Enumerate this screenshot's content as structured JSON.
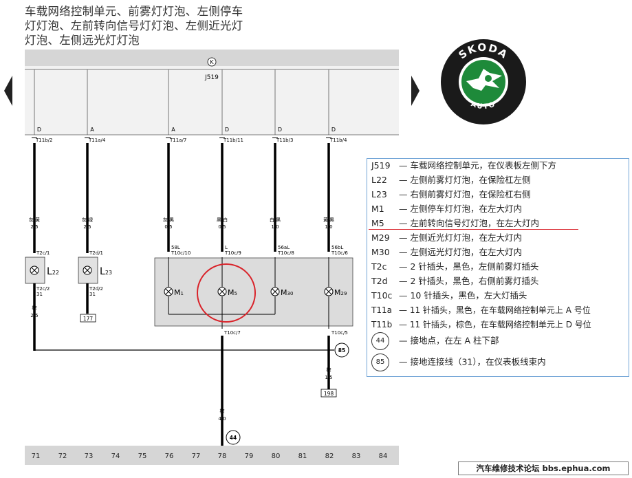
{
  "title": {
    "line1": "车载网络控制单元、前雾灯灯泡、左侧停车",
    "line2": "灯灯泡、左前转向信号灯灯泡、左侧近光灯",
    "line3": "灯泡、左侧远光灯灯泡"
  },
  "diagram": {
    "module_id": "J519",
    "module_symbol": "K",
    "pins": [
      {
        "letter": "D",
        "connector": "T11b/2"
      },
      {
        "letter": "A",
        "connector": "T11a/4"
      },
      {
        "letter": "A",
        "connector": "T11a/7"
      },
      {
        "letter": "D",
        "connector": "T11b/11"
      },
      {
        "letter": "D",
        "connector": "T11b/3"
      },
      {
        "letter": "D",
        "connector": "T11b/4"
      }
    ],
    "wires": [
      {
        "color": "灰/黄",
        "size": "2.5"
      },
      {
        "color": "灰/绿",
        "size": "2.5"
      },
      {
        "color": "灰/黑",
        "size": "0.5"
      },
      {
        "color": "黑/白",
        "size": "0.5"
      },
      {
        "color": "白/黑",
        "size": "1.0"
      },
      {
        "color": "黄/黑",
        "size": "1.0"
      }
    ],
    "lamps": {
      "L22": {
        "prefix": "L",
        "sub": "22",
        "top_conn": "T2c/1",
        "bot_conn": "T2c/2",
        "bot_pin": "31"
      },
      "L23": {
        "prefix": "L",
        "sub": "23",
        "top_conn": "T2d/1",
        "bot_conn": "T2d/2",
        "bot_pin": "31"
      },
      "M1": {
        "prefix": "M",
        "sub": "1",
        "term": "58L",
        "conn": "T10c/10"
      },
      "M5": {
        "prefix": "M",
        "sub": "5",
        "term": "L",
        "conn": "T10c/9"
      },
      "M30": {
        "prefix": "M",
        "sub": "30",
        "term": "56aL",
        "conn": "T10c/8"
      },
      "M29": {
        "prefix": "M",
        "sub": "29",
        "term": "56bL",
        "conn": "T10c/6"
      }
    },
    "ground_wire_left": {
      "color": "棕",
      "size": "2.5"
    },
    "ref_box_left": "177",
    "conn_t10c7": "T10c/7",
    "conn_t10c5": "T10c/5",
    "ground_wire_right": {
      "color": "棕",
      "size": "1.5"
    },
    "ref_box_right": "198",
    "main_ground_wire": {
      "color": "棕",
      "size": "4.0"
    },
    "ground_85": "85",
    "ground_44": "44",
    "axis_numbers": [
      "71",
      "72",
      "73",
      "74",
      "75",
      "76",
      "77",
      "78",
      "79",
      "80",
      "81",
      "82",
      "83",
      "84"
    ]
  },
  "legend": [
    {
      "code": "J519",
      "desc": "— 车载网络控制单元，在仪表板左侧下方"
    },
    {
      "code": "L22",
      "desc": "— 左侧前雾灯灯泡，在保险杠左侧"
    },
    {
      "code": "L23",
      "desc": "— 右侧前雾灯灯泡，在保险杠右侧"
    },
    {
      "code": "M1",
      "desc": "— 左侧停车灯灯泡，在左大灯内"
    },
    {
      "code": "M5",
      "desc": "— 左前转向信号灯灯泡，在左大灯内"
    },
    {
      "code": "M29",
      "desc": "— 左侧近光灯灯泡，在左大灯内"
    },
    {
      "code": "M30",
      "desc": "— 左侧远光灯灯泡，在左大灯内"
    },
    {
      "code": "T2c",
      "desc": "— 2 针插头，黑色，左侧前雾灯插头"
    },
    {
      "code": "T2d",
      "desc": "— 2 针插头，黑色，右侧前雾灯插头"
    },
    {
      "code": "T10c",
      "desc": "— 10 针插头，黑色，左大灯插头"
    },
    {
      "code": "T11a",
      "desc": "— 11 针插头，黑色，在车载网络控制单元上 A 号位"
    },
    {
      "code": "T11b",
      "desc": "— 11 针插头，棕色，在车载网络控制单元上 D 号位"
    }
  ],
  "legend_grounds": [
    {
      "num": "44",
      "desc": "— 接地点，在左 A 柱下部"
    },
    {
      "num": "85",
      "desc": "— 接地连接线（31），在仪表板线束内"
    }
  ],
  "logo": {
    "top_text": "SKODA",
    "bottom_text": "AUTO"
  },
  "footer": "汽车维修技术论坛 bbs.ephua.com",
  "colors": {
    "highlight_red": "#d9232a",
    "module_gray": "#d6d6d6",
    "legend_border": "#6fa3d6",
    "logo_green": "#1e8a3a"
  }
}
